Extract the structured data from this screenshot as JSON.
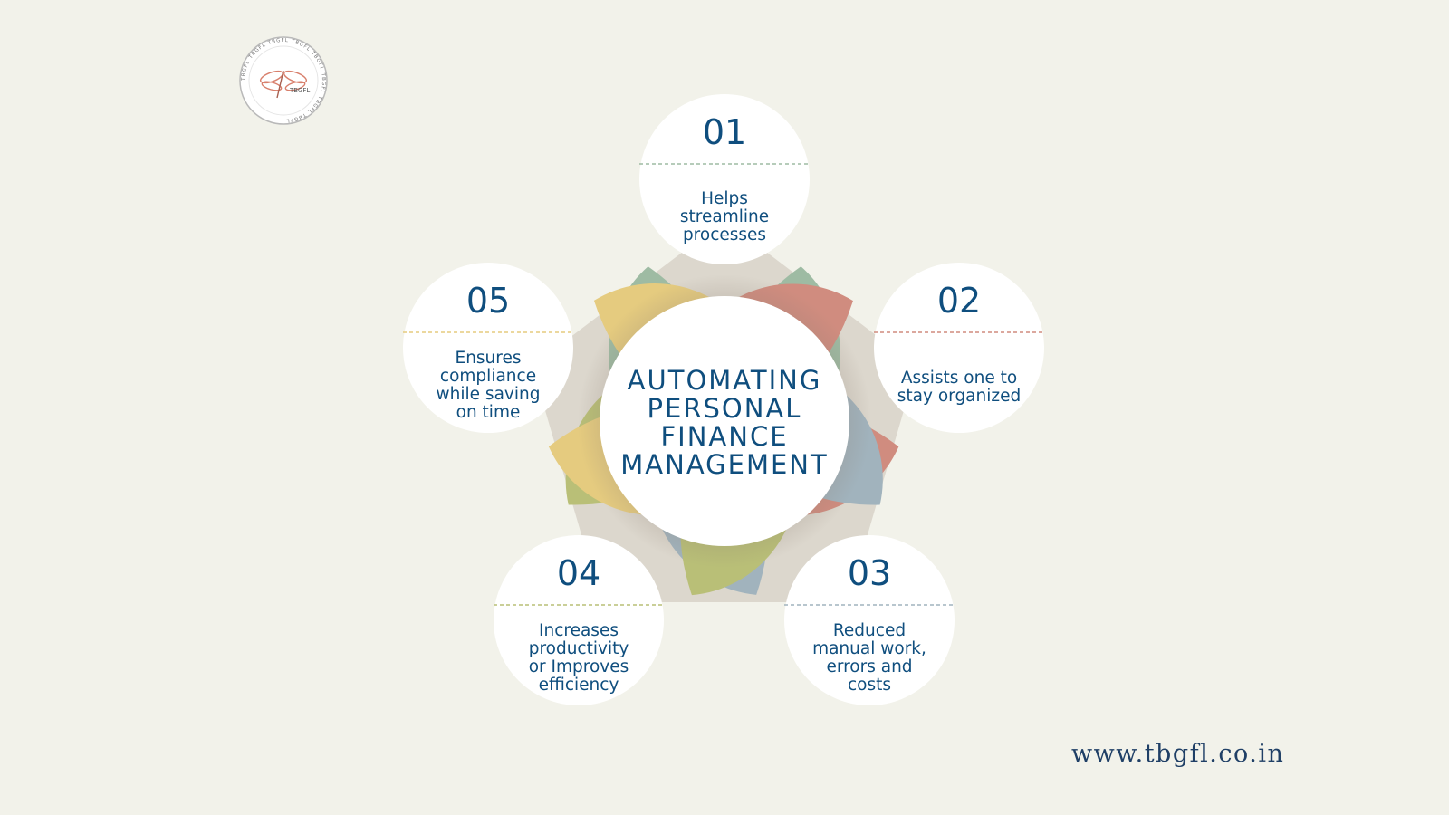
{
  "logo": {
    "text": "TBGFL",
    "ring_text": "TBGFL TBGFL TBGFL TBGFL TBGFL TBGFL TBGFL TBGFL"
  },
  "title_lines": [
    "AUTOMATING",
    "PERSONAL",
    "FINANCE",
    "MANAGEMENT"
  ],
  "nodes": [
    {
      "number": "01",
      "lines": [
        "Helps",
        "streamline",
        "processes"
      ],
      "color": "#9ebba3"
    },
    {
      "number": "02",
      "lines": [
        "Assists one to",
        "stay organized"
      ],
      "color": "#d08c7f"
    },
    {
      "number": "03",
      "lines": [
        "Reduced",
        "manual work,",
        "errors and",
        "costs"
      ],
      "color": "#a1b3bd"
    },
    {
      "number": "04",
      "lines": [
        "Increases",
        "productivity",
        "or Improves",
        "efficiency"
      ],
      "color": "#b9bf77"
    },
    {
      "number": "05",
      "lines": [
        "Ensures",
        "compliance",
        "while saving",
        "on time"
      ],
      "color": "#e5cb7f"
    }
  ],
  "website": "www.tbgfl.co.in",
  "colors": {
    "background": "#f2f2ea",
    "text": "#0f4e7e",
    "pentagon": "#dcd7cd",
    "center_fill": "#ffffff"
  }
}
